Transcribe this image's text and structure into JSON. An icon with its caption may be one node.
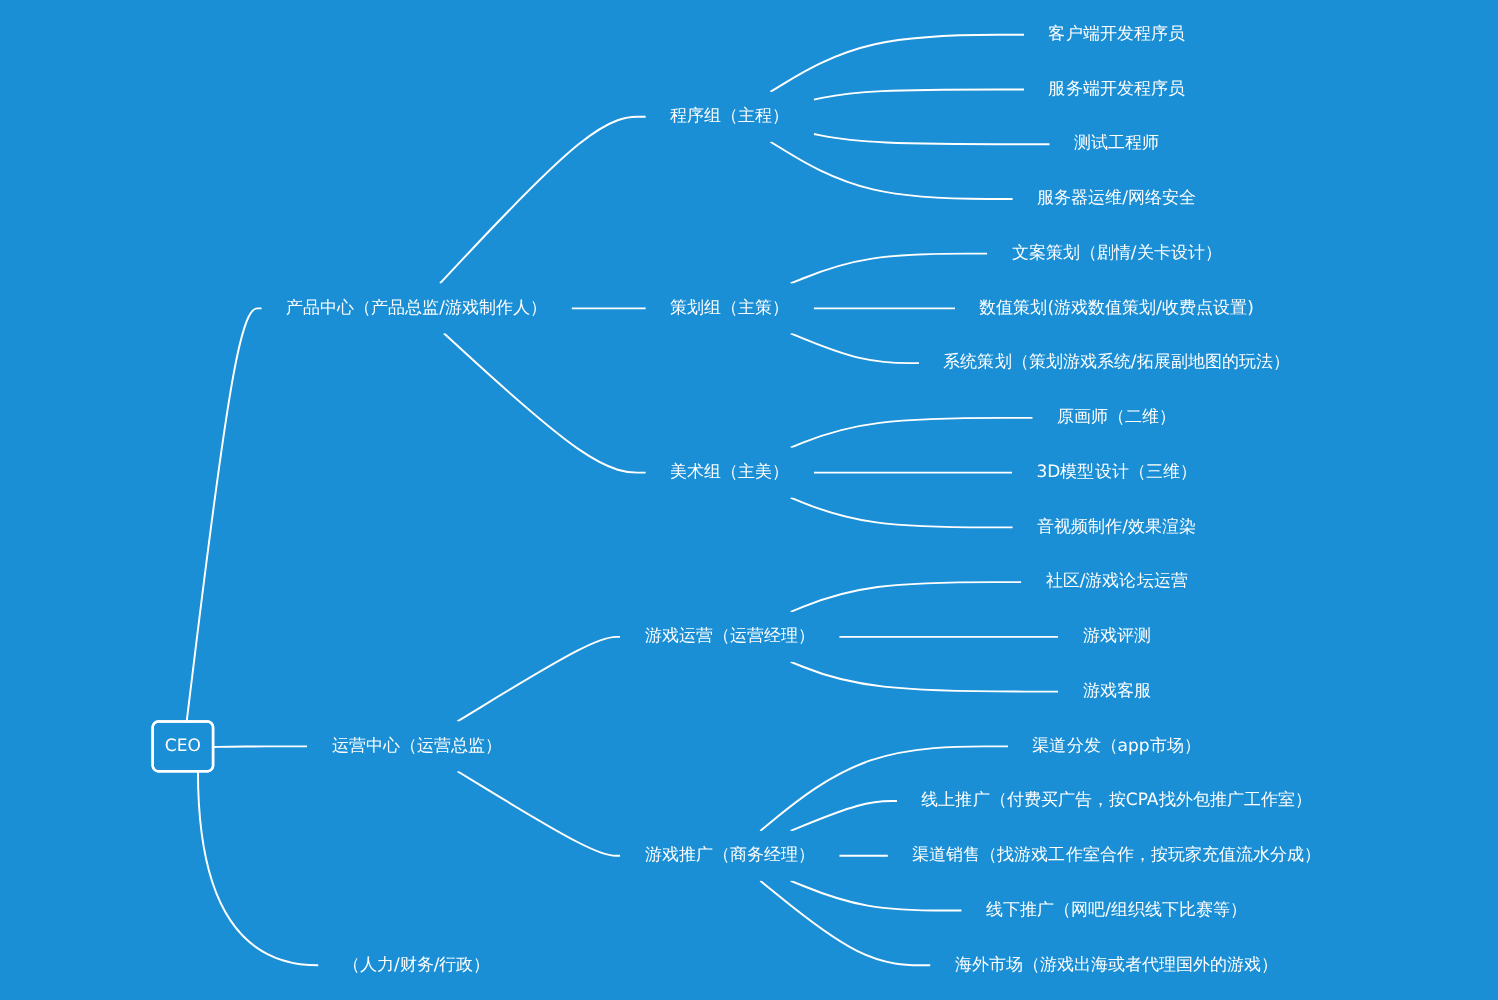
{
  "diagram": {
    "nodes": [
      {
        "text": [
          "CEO"
        ]
      },
      {
        "text": [
          "产品中心（产品总监/游戏制作人）"
        ]
      },
      {
        "text": [
          "程序组（主程）"
        ]
      },
      {
        "text": [
          "客户端开发程序员"
        ]
      },
      {
        "text": [
          "服务端开发程序员"
        ]
      },
      {
        "text": [
          "测试工程师"
        ]
      },
      {
        "text": [
          "服务器运维/网络安全"
        ]
      },
      {
        "text": [
          "策划组（主策）"
        ]
      },
      {
        "text": [
          "文案策划（剧情/关卡设计）"
        ]
      },
      {
        "text": [
          "数值策划(游戏数值策划/收费点设置)"
        ]
      },
      {
        "text": [
          "系统策划（策划游戏系统/拓展副地图的玩法）"
        ]
      },
      {
        "text": [
          "美术组（主美）"
        ]
      },
      {
        "text": [
          "原画师（二维）"
        ]
      },
      {
        "text": [
          "3D模型设计（三维）"
        ]
      },
      {
        "text": [
          "音视频制作/效果渲染"
        ]
      },
      {
        "text": [
          "运营中心（运营总监）"
        ]
      },
      {
        "text": [
          "游戏运营（运营经理）"
        ]
      },
      {
        "text": [
          "社区/游戏论坛运营"
        ]
      },
      {
        "text": [
          "游戏评测"
        ]
      },
      {
        "text": [
          "游戏客服"
        ]
      },
      {
        "text": [
          "游戏推广（商务经理）"
        ]
      },
      {
        "text": [
          "渠道分发（app市场）"
        ]
      },
      {
        "text": [
          "线上推广（付费买广告，按CPA找外包推广工作室）"
        ]
      },
      {
        "text": [
          "渠道销售（找游戏工作室合作，按玩家充值流水分成）"
        ]
      },
      {
        "text": [
          "线下推广（网吧/组织线下比赛等）"
        ]
      },
      {
        "text": [
          "海外市场（游戏出海或者代理国外的游戏）"
        ]
      },
      {
        "text": [
          "（人力/财务/行政）"
        ]
      }
    ],
    "edges": [
      {
        "from": 0,
        "to": 1,
        "arrow": "none"
      },
      {
        "from": 1,
        "to": 2,
        "arrow": "none"
      },
      {
        "from": 2,
        "to": 3,
        "arrow": "none"
      },
      {
        "from": 2,
        "to": 4,
        "arrow": "none"
      },
      {
        "from": 2,
        "to": 5,
        "arrow": "none"
      },
      {
        "from": 2,
        "to": 6,
        "arrow": "none"
      },
      {
        "from": 1,
        "to": 7,
        "arrow": "none"
      },
      {
        "from": 7,
        "to": 8,
        "arrow": "none"
      },
      {
        "from": 7,
        "to": 9,
        "arrow": "none"
      },
      {
        "from": 7,
        "to": 10,
        "arrow": "none"
      },
      {
        "from": 1,
        "to": 11,
        "arrow": "none"
      },
      {
        "from": 11,
        "to": 12,
        "arrow": "none"
      },
      {
        "from": 11,
        "to": 13,
        "arrow": "none"
      },
      {
        "from": 11,
        "to": 14,
        "arrow": "none"
      },
      {
        "from": 0,
        "to": 15,
        "arrow": "none"
      },
      {
        "from": 15,
        "to": 16,
        "arrow": "none"
      },
      {
        "from": 16,
        "to": 17,
        "arrow": "none"
      },
      {
        "from": 16,
        "to": 18,
        "arrow": "none"
      },
      {
        "from": 16,
        "to": 19,
        "arrow": "none"
      },
      {
        "from": 15,
        "to": 20,
        "arrow": "none"
      },
      {
        "from": 20,
        "to": 21,
        "arrow": "none"
      },
      {
        "from": 20,
        "to": 22,
        "arrow": "none"
      },
      {
        "from": 20,
        "to": 23,
        "arrow": "none"
      },
      {
        "from": 20,
        "to": 24,
        "arrow": "none"
      },
      {
        "from": 20,
        "to": 25,
        "arrow": "none"
      },
      {
        "from": 0,
        "to": 26,
        "arrow": "none"
      }
    ]
  }
}
